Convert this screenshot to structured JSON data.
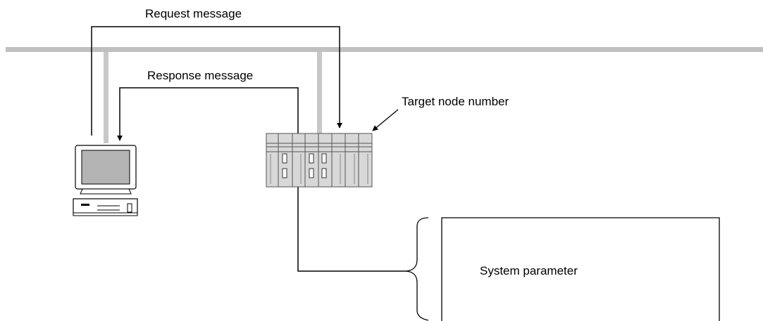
{
  "labels": {
    "request_message": "Request message",
    "response_message": "Response message",
    "target_node_number": "Target node number",
    "system_parameter": "System parameter"
  },
  "colors": {
    "network_line": "#c0c0c0",
    "drop_line": "#c8c8c8",
    "wire": "#000000",
    "monitor_screen": "#b4b4b4",
    "plc_body": "#d8d8d8"
  },
  "icons": {
    "computer": "personal-computer-icon",
    "plc": "plc-rack-icon"
  }
}
